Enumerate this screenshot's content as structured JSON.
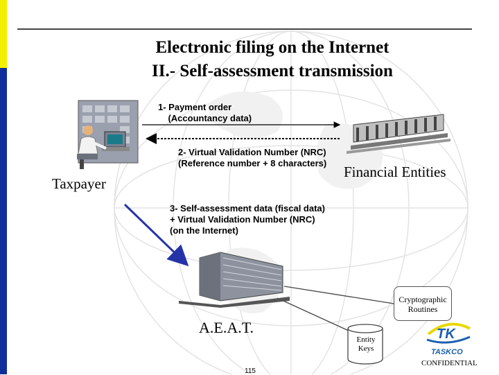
{
  "title": {
    "line1": "Electronic filing on the Internet",
    "line2": "II.- Self-assessment transmission"
  },
  "actors": {
    "taxpayer": "Taxpayer",
    "financial_entities": "Financial Entities",
    "aeat": "A.E.A.T."
  },
  "messages": {
    "step1": "1- Payment order\n    (Accountancy data)",
    "step2": "2- Virtual Validation Number (NRC)\n(Reference number + 8 characters)",
    "step3": "3- Self-assessment data (fiscal data)\n+ Virtual Validation Number (NRC)\n(on the Internet)"
  },
  "components": {
    "cryptographic": "Cryptographic\nRoutines",
    "entity_keys": "Entity\nKeys"
  },
  "footer": {
    "logo_text": "TASKCO",
    "logo_mark": "TK",
    "confidential": "CONFIDENTIAL",
    "page_number": "115"
  },
  "colors": {
    "sidebar": "#0f2d9b",
    "sidebar_accent": "#f4ef00",
    "arrow_blue": "#2533a8",
    "logo_blue": "#1b5fb0",
    "logo_yellow": "#e8d800"
  }
}
